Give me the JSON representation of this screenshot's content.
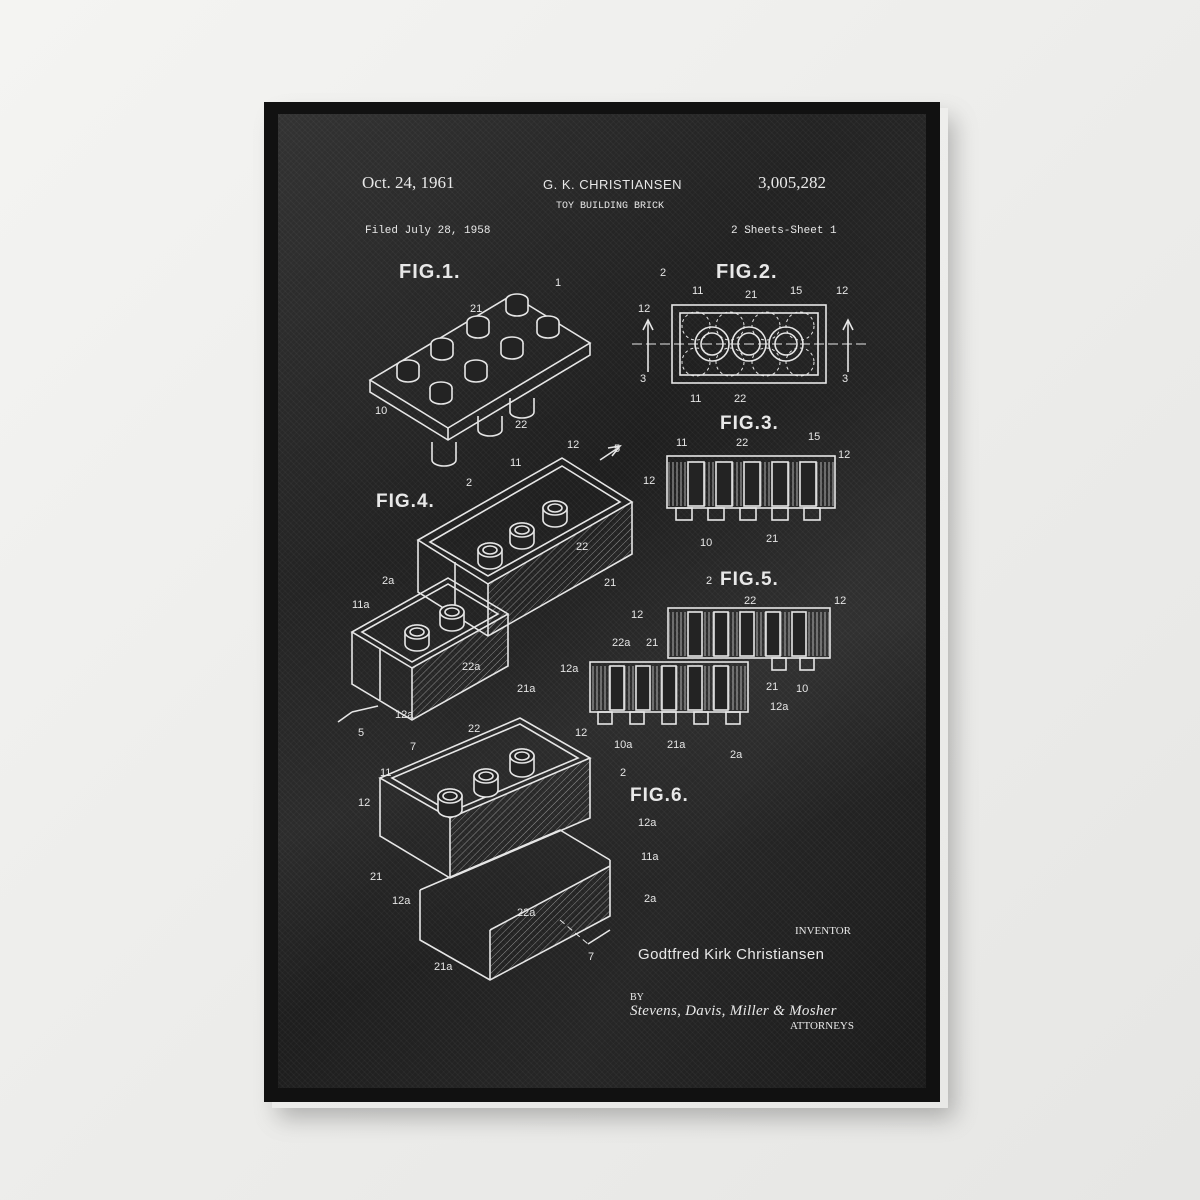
{
  "header": {
    "date": "Oct. 24, 1961",
    "inventor_header": "G. K. CHRISTIANSEN",
    "patent_number": "3,005,282",
    "title": "TOY BUILDING BRICK",
    "filed": "Filed July 28, 1958",
    "sheets": "2 Sheets-Sheet 1"
  },
  "figures": {
    "fig1": "FIG.1.",
    "fig2": "FIG.2.",
    "fig3": "FIG.3.",
    "fig4": "FIG.4.",
    "fig5": "FIG.5.",
    "fig6": "FIG.6."
  },
  "footer": {
    "inventor_label": "INVENTOR",
    "inventor_name": "Godtfred Kirk Christiansen",
    "by": "BY",
    "signature": "Stevens, Davis, Miller & Mosher",
    "attorneys": "ATTORNEYS"
  },
  "colors": {
    "wall": "#efefed",
    "frame": "#111111",
    "poster": "#232323",
    "ink": "#e8e8e8"
  }
}
